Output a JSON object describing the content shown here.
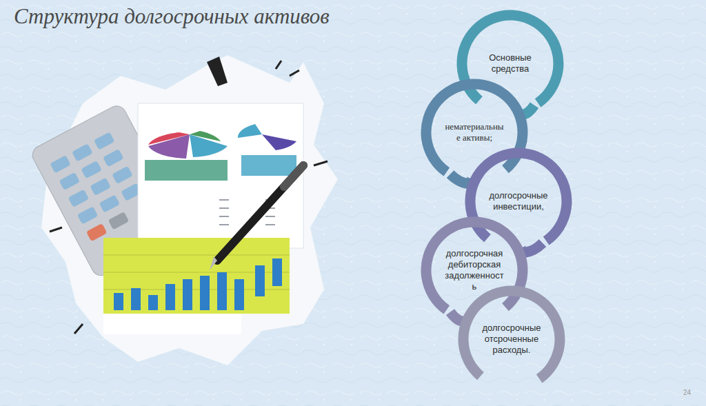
{
  "diagram": {
    "title": "Структура долгосрочных активов",
    "nodes": [
      {
        "text": [
          "Основные средства"
        ]
      },
      {
        "text": [
          "нематериальны е активы;"
        ]
      },
      {
        "text": [
          "долгосрочные инвестиции,"
        ]
      },
      {
        "text": [
          "долгосрочная дебиторская задолженност ь"
        ]
      },
      {
        "text": [
          "долгосрочные отсроченные расходы."
        ]
      }
    ],
    "edges": [
      {
        "from": 0,
        "to": 1,
        "arrow": "to"
      },
      {
        "from": 1,
        "to": 2,
        "arrow": "to"
      },
      {
        "from": 2,
        "to": 3,
        "arrow": "to"
      },
      {
        "from": 3,
        "to": 4,
        "arrow": "to"
      }
    ],
    "labels": [
      "24"
    ]
  }
}
